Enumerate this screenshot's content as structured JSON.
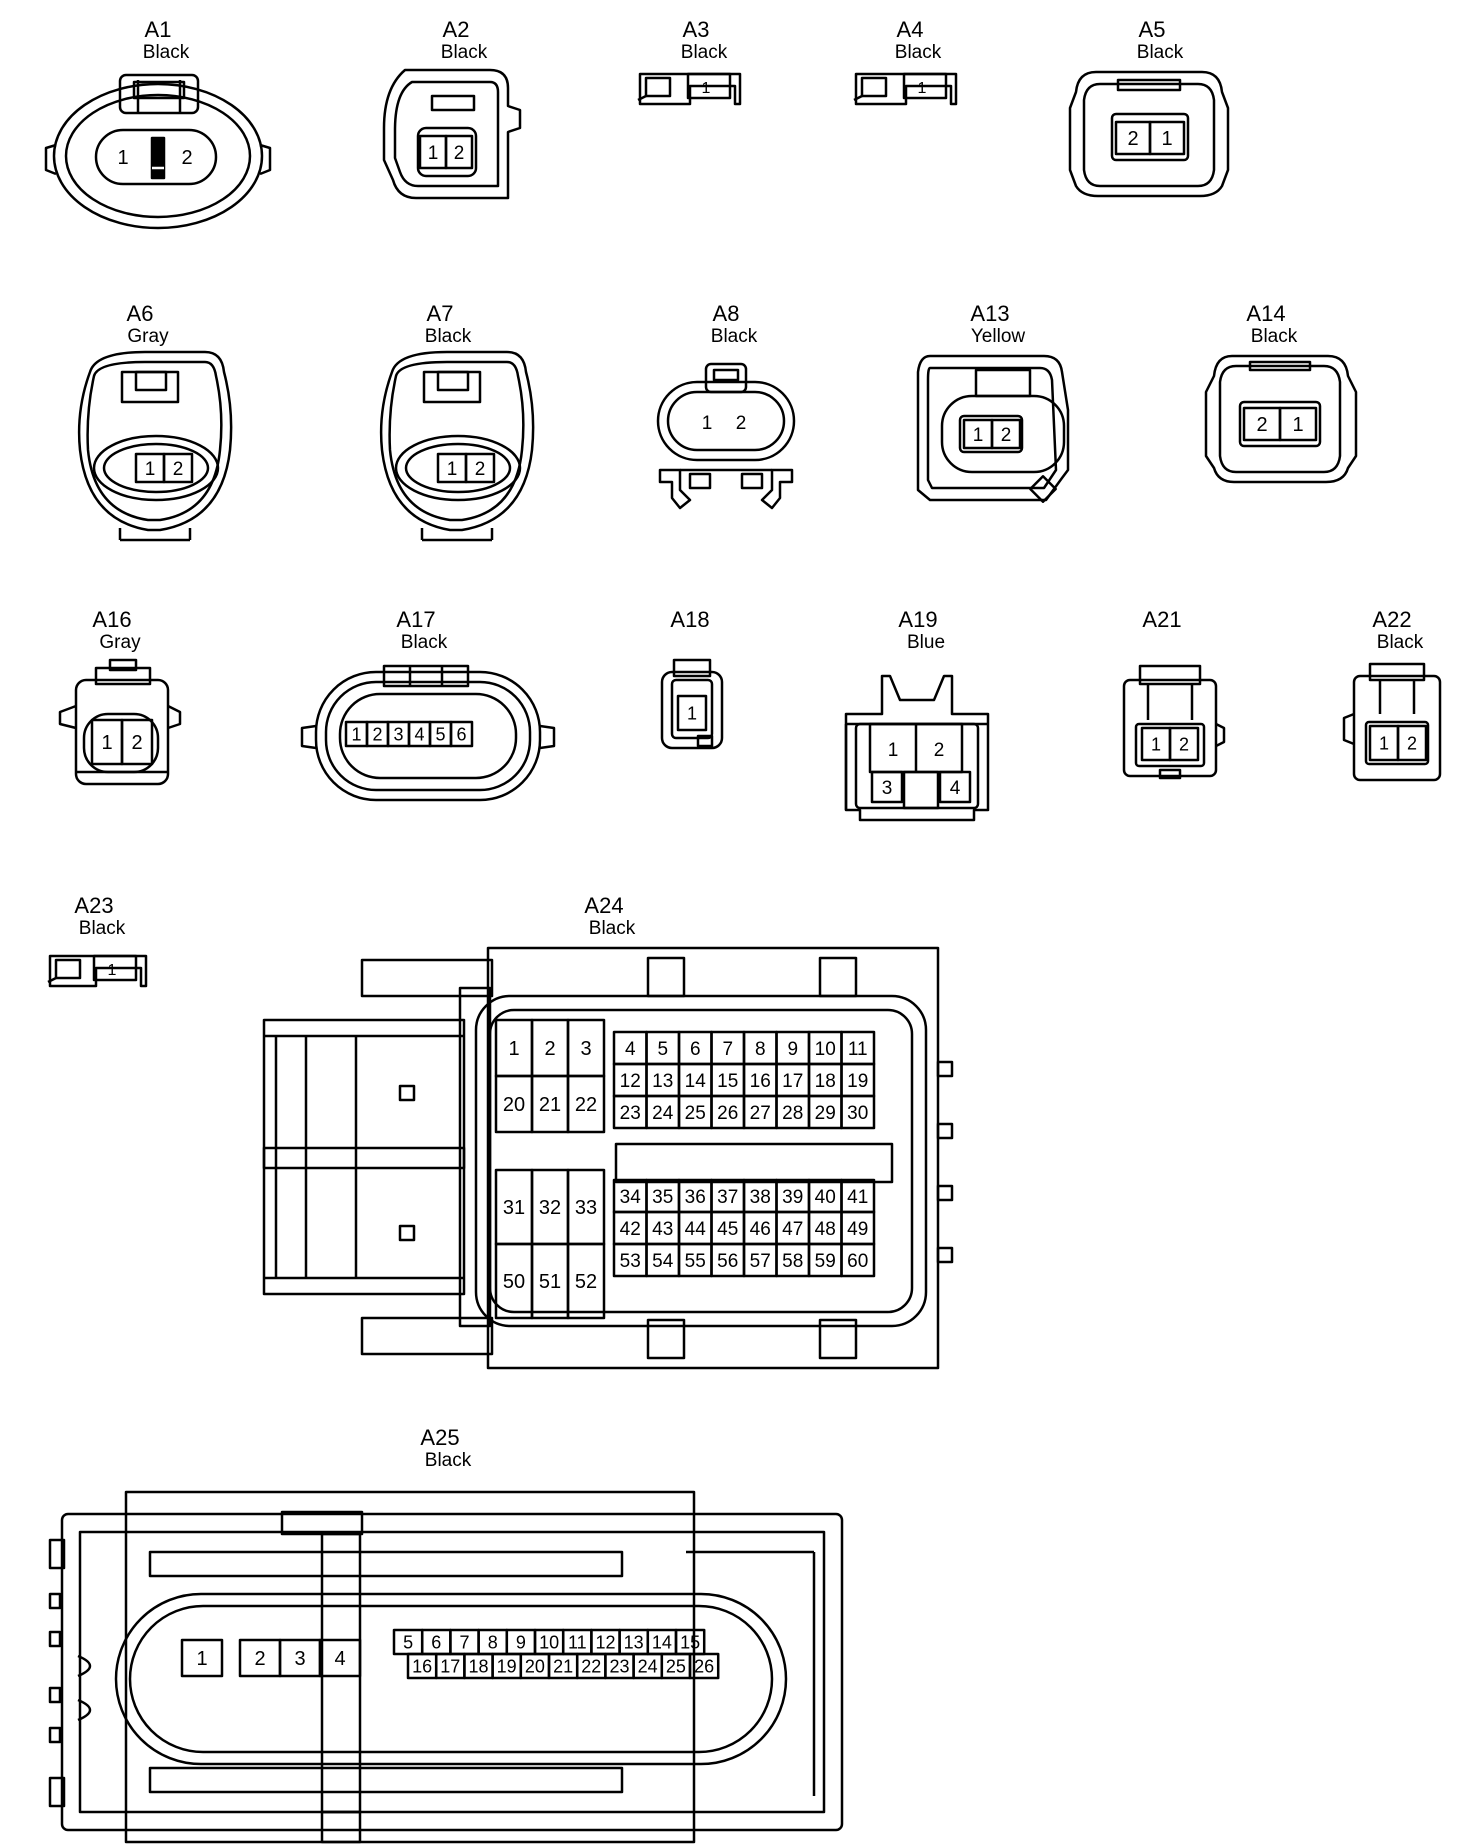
{
  "connectors": [
    {
      "id": "A1",
      "color": "Black",
      "pins": [
        "1",
        "2"
      ]
    },
    {
      "id": "A2",
      "color": "Black",
      "pins": [
        "1",
        "2"
      ]
    },
    {
      "id": "A3",
      "color": "Black",
      "pins": [
        "1"
      ]
    },
    {
      "id": "A4",
      "color": "Black",
      "pins": [
        "1"
      ]
    },
    {
      "id": "A5",
      "color": "Black",
      "pins": [
        "2",
        "1"
      ]
    },
    {
      "id": "A6",
      "color": "Gray",
      "pins": [
        "1",
        "2"
      ]
    },
    {
      "id": "A7",
      "color": "Black",
      "pins": [
        "1",
        "2"
      ]
    },
    {
      "id": "A8",
      "color": "Black",
      "pins": [
        "1",
        "2"
      ]
    },
    {
      "id": "A13",
      "color": "Yellow",
      "pins": [
        "1",
        "2"
      ]
    },
    {
      "id": "A14",
      "color": "Black",
      "pins": [
        "2",
        "1"
      ]
    },
    {
      "id": "A16",
      "color": "Gray",
      "pins": [
        "1",
        "2"
      ]
    },
    {
      "id": "A17",
      "color": "Black",
      "pins": [
        "1",
        "2",
        "3",
        "4",
        "5",
        "6"
      ]
    },
    {
      "id": "A18",
      "color": "",
      "pins": [
        "1"
      ]
    },
    {
      "id": "A19",
      "color": "Blue",
      "pins": [
        "1",
        "2",
        "3",
        "4"
      ]
    },
    {
      "id": "A21",
      "color": "",
      "pins": [
        "1",
        "2"
      ]
    },
    {
      "id": "A22",
      "color": "Black",
      "pins": [
        "1",
        "2"
      ]
    },
    {
      "id": "A23",
      "color": "Black",
      "pins": [
        "1"
      ]
    },
    {
      "id": "A24",
      "color": "Black",
      "pins": [
        "1",
        "2",
        "3",
        "4",
        "5",
        "6",
        "7",
        "8",
        "9",
        "10",
        "11",
        "12",
        "13",
        "14",
        "15",
        "16",
        "17",
        "18",
        "19",
        "20",
        "21",
        "22",
        "23",
        "24",
        "25",
        "26",
        "27",
        "28",
        "29",
        "30",
        "31",
        "32",
        "33",
        "34",
        "35",
        "36",
        "37",
        "38",
        "39",
        "40",
        "41",
        "42",
        "43",
        "44",
        "45",
        "46",
        "47",
        "48",
        "49",
        "50",
        "51",
        "52",
        "53",
        "54",
        "55",
        "56",
        "57",
        "58",
        "59",
        "60"
      ]
    },
    {
      "id": "A25",
      "color": "Black",
      "pins": [
        "1",
        "2",
        "3",
        "4",
        "5",
        "6",
        "7",
        "8",
        "9",
        "10",
        "11",
        "12",
        "13",
        "14",
        "15",
        "16",
        "17",
        "18",
        "19",
        "20",
        "21",
        "22",
        "23",
        "24",
        "25",
        "26"
      ]
    }
  ]
}
